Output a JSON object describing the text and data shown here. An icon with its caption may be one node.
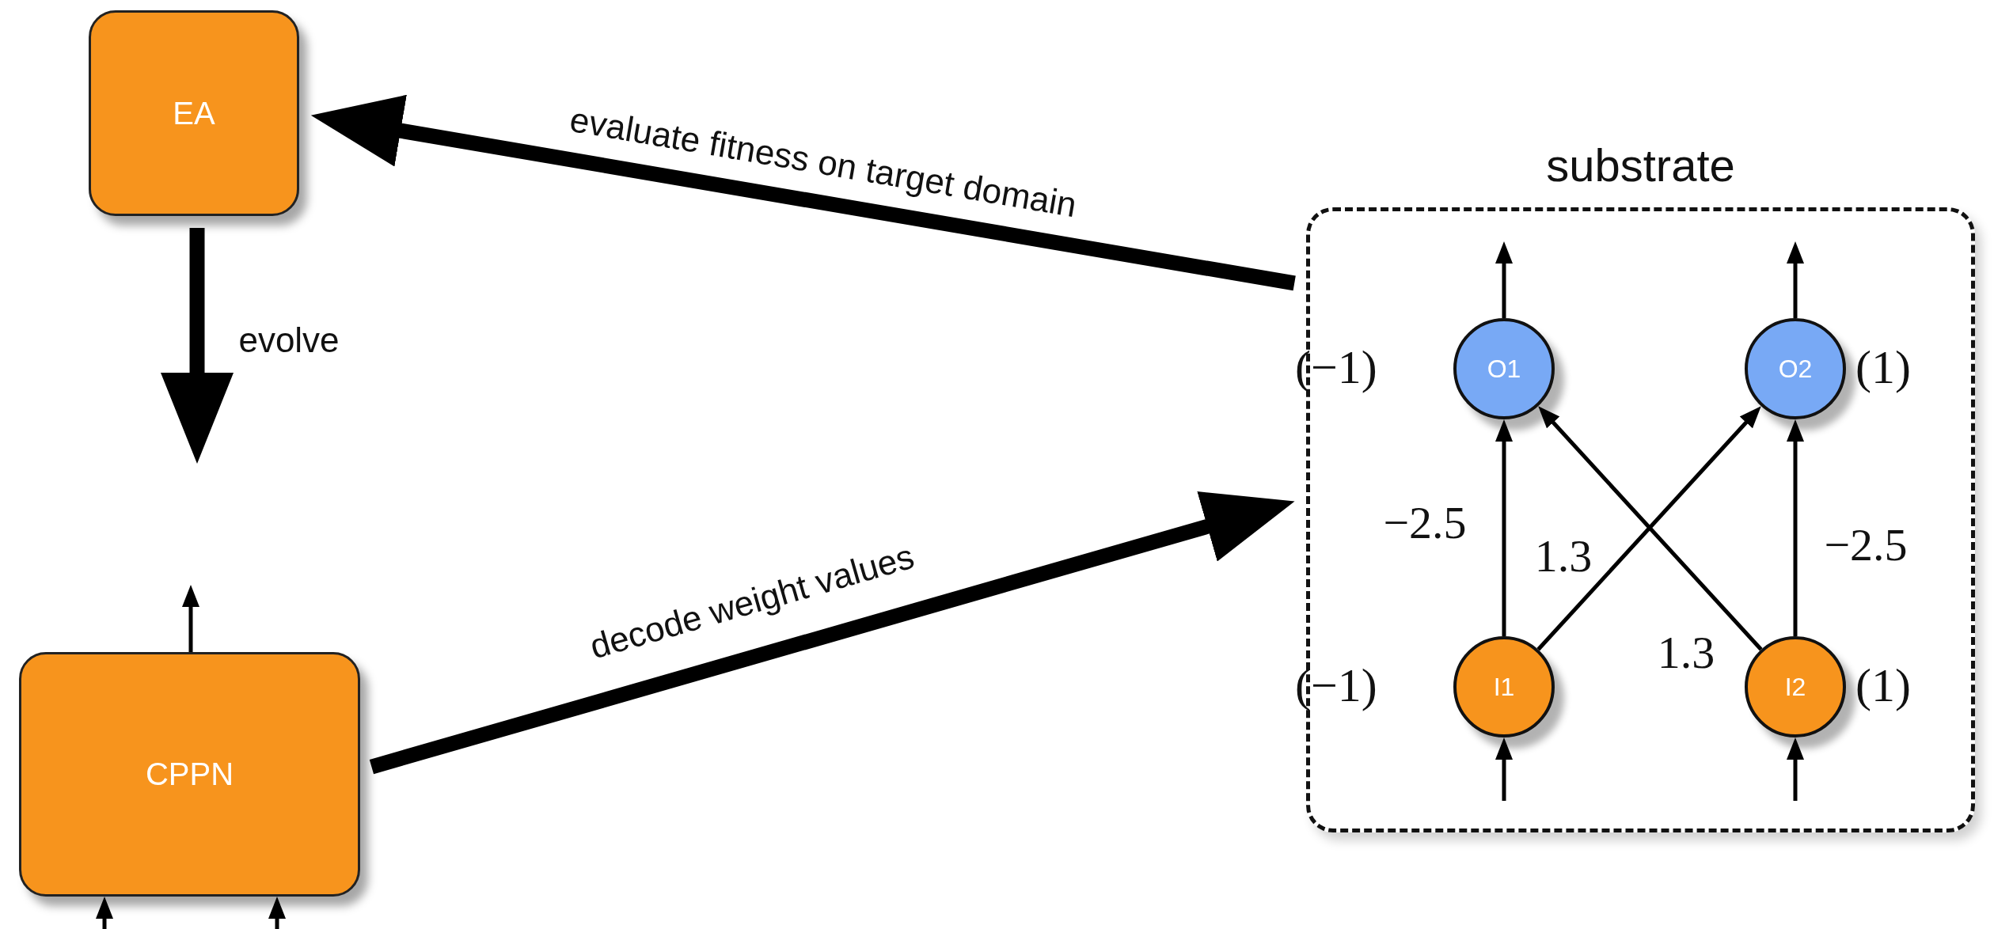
{
  "diagram": {
    "nodes": [
      {
        "text": [
          "EA"
        ]
      },
      {
        "text": [
          "CPPN"
        ]
      },
      {
        "text": [
          "substrate"
        ]
      },
      {
        "text": [
          "O1"
        ],
        "in": 2,
        "beside": [
          "(−1)"
        ]
      },
      {
        "text": [
          "O2"
        ],
        "in": 2,
        "beside": [
          "(1)"
        ]
      },
      {
        "text": [
          "I1"
        ],
        "in": 2,
        "beside": [
          "(−1)"
        ]
      },
      {
        "text": [
          "I2"
        ],
        "in": 2,
        "beside": [
          "(1)"
        ]
      }
    ],
    "edges": [
      {
        "from": 0,
        "to": null,
        "arrow": "to",
        "label": "evolve",
        "style": "thick"
      },
      {
        "from": 2,
        "to": 0,
        "arrow": "to",
        "label": "evaluate fitness on target domain",
        "style": "thick"
      },
      {
        "from": 1,
        "to": 2,
        "arrow": "to",
        "label": "decode weight values",
        "style": "thick"
      },
      {
        "from": 1,
        "to": null,
        "arrow": "to"
      },
      {
        "from": null,
        "to": 1,
        "arrow": "to"
      },
      {
        "from": null,
        "to": 1,
        "arrow": "to"
      },
      {
        "from": 5,
        "to": 3,
        "arrow": "to",
        "label": "−2.5"
      },
      {
        "from": 5,
        "to": 4,
        "arrow": "to",
        "label": "1.3"
      },
      {
        "from": 6,
        "to": 3,
        "arrow": "to",
        "label": "1.3"
      },
      {
        "from": 6,
        "to": 4,
        "arrow": "to",
        "label": "−2.5"
      },
      {
        "from": 3,
        "to": null,
        "arrow": "to"
      },
      {
        "from": 4,
        "to": null,
        "arrow": "to"
      },
      {
        "from": null,
        "to": 5,
        "arrow": "to"
      },
      {
        "from": null,
        "to": 6,
        "arrow": "to"
      }
    ]
  }
}
